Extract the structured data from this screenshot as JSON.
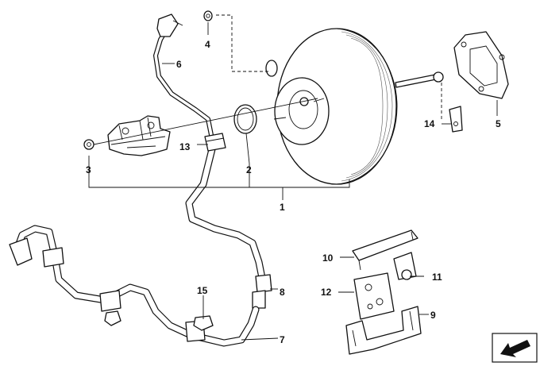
{
  "callouts": {
    "c1": "1",
    "c2": "2",
    "c3": "3",
    "c4": "4",
    "c5": "5",
    "c6": "6",
    "c7": "7",
    "c8": "8",
    "c9": "9",
    "c10": "10",
    "c11": "11",
    "c12": "12",
    "c13": "13",
    "c14": "14",
    "c15": "15"
  },
  "icons": {
    "corner": "arrow-icon"
  },
  "colors": {
    "line": "#111111",
    "background": "#ffffff"
  }
}
